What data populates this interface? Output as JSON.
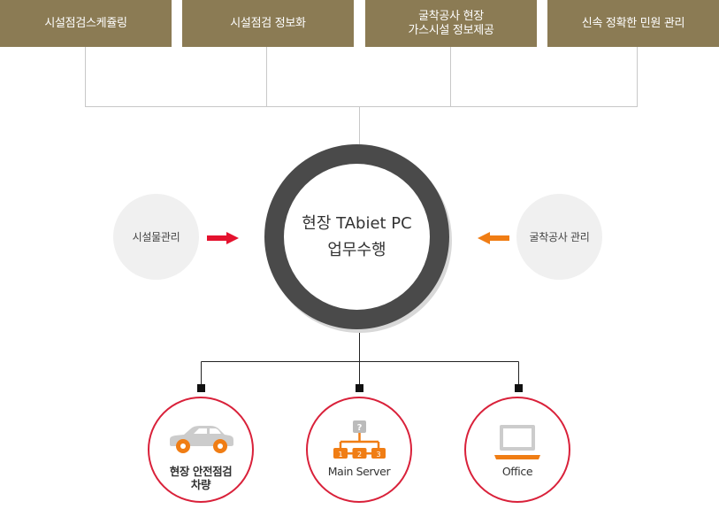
{
  "top_boxes": [
    {
      "label": "시설점검스케쥴링"
    },
    {
      "label": "시설점검 정보화"
    },
    {
      "label": "굴착공사 현장\n가스시설 정보제공"
    },
    {
      "label": "신속 정확한 민원 관리"
    }
  ],
  "center": {
    "line1": "현장 TAbiet PC",
    "line2": "업무수행"
  },
  "left_input": {
    "label": "시설물관리",
    "arrow_color": "#e4122e"
  },
  "right_input": {
    "label": "굴착공사 관리",
    "arrow_color": "#f07d14"
  },
  "outputs": [
    {
      "label": "현장 안전점검\n차량",
      "icon": "car-icon"
    },
    {
      "label": "Main Server",
      "icon": "server-network-icon",
      "icon_text": {
        "top": "?",
        "nodes": [
          "1",
          "2",
          "3"
        ]
      }
    },
    {
      "label": "Office",
      "icon": "laptop-icon"
    }
  ],
  "colors": {
    "top_box": "#8b7b54",
    "ring": "#4a4a4a",
    "output_border": "#d9213a",
    "icon_accent": "#f07d14",
    "icon_gray": "#cccccc"
  }
}
